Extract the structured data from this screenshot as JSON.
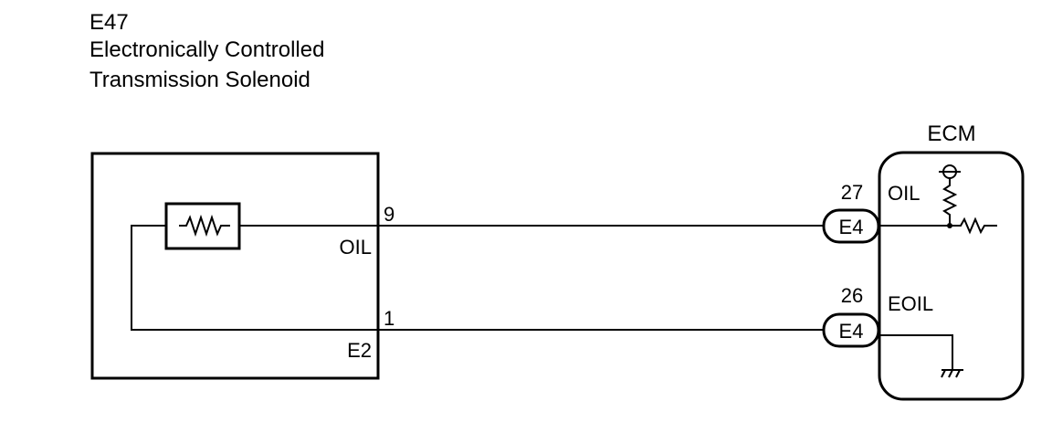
{
  "component": {
    "code": "E47",
    "name_line1": "Electronically Controlled",
    "name_line2": "Transmission Solenoid",
    "terminals": [
      {
        "pin": "9",
        "signal": "OIL"
      },
      {
        "pin": "1",
        "signal": "E2"
      }
    ]
  },
  "ecm": {
    "label": "ECM",
    "terminals": [
      {
        "pin": "27",
        "connector": "E4",
        "signal": "OIL"
      },
      {
        "pin": "26",
        "connector": "E4",
        "signal": "EOIL"
      }
    ]
  }
}
